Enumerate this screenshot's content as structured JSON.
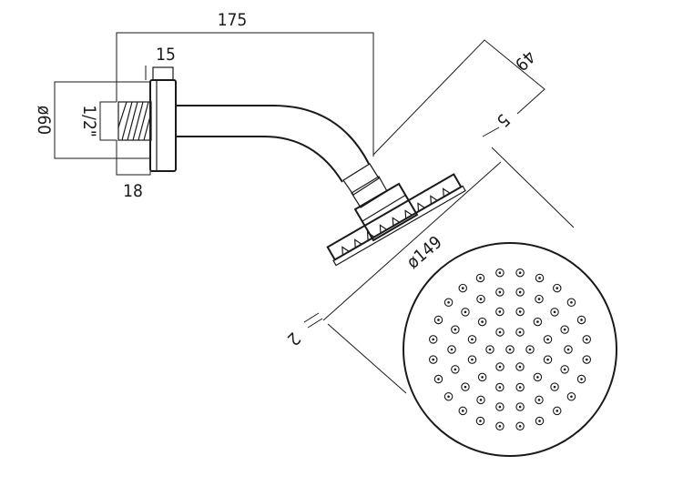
{
  "dimensions": {
    "arm_length": "175",
    "flange_thickness": "15",
    "flange_diameter": "ø60",
    "thread_size": "1/2\"",
    "thread_length": "18",
    "head_depth": "49",
    "head_offset": "5",
    "head_diameter": "ø149",
    "plate_thickness": "2"
  },
  "face_view": {
    "nozzle_count": 69
  }
}
